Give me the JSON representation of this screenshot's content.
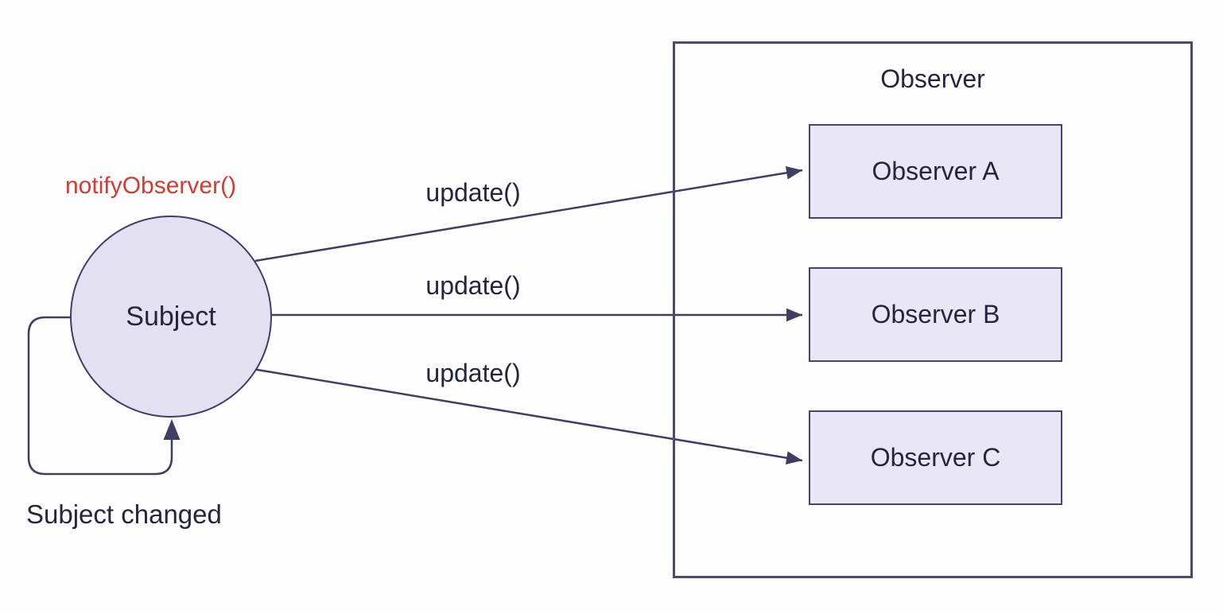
{
  "diagram": {
    "type": "observer-pattern",
    "subject": {
      "label": "Subject",
      "method_label": "notifyObserver()",
      "loop_label": "Subject changed"
    },
    "container": {
      "title": "Observer"
    },
    "observers": [
      {
        "label": "Observer A"
      },
      {
        "label": "Observer B"
      },
      {
        "label": "Observer C"
      }
    ],
    "edges": [
      {
        "from": "Subject",
        "to": "Observer A",
        "label": "update()"
      },
      {
        "from": "Subject",
        "to": "Observer B",
        "label": "update()"
      },
      {
        "from": "Subject",
        "to": "Observer C",
        "label": "update()"
      },
      {
        "from": "Subject",
        "to": "Subject",
        "label": "Subject changed"
      }
    ],
    "colors": {
      "node_fill": "#e3e1f1",
      "box_fill": "#e9e7f6",
      "node_border": "#3f3e64",
      "container_border": "#4b4a68",
      "line": "#3f3e64",
      "text": "#26253f",
      "notify_label": "#d93a30",
      "background": "#fdfdfe"
    }
  }
}
